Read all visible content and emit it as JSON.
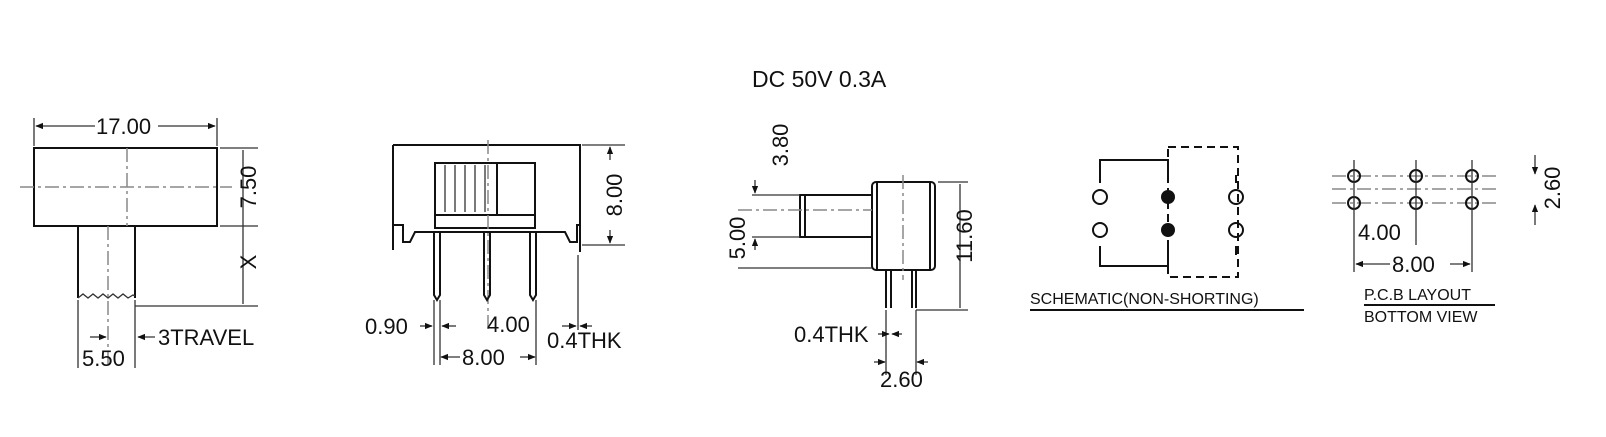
{
  "title": "DC  50V  0.3A",
  "front_view": {
    "width": "17.00",
    "height": "7.50",
    "stem": "X",
    "stem_width": "5.50",
    "travel": "3TRAVEL"
  },
  "top_view": {
    "height": "8.00",
    "pin_width": "0.90",
    "pin_pitch": "4.00",
    "pin_span": "8.00",
    "thickness": "0.4THK"
  },
  "side_view": {
    "knob": "3.80",
    "knob_offset": "5.00",
    "height": "11.60",
    "thickness": "0.4THK",
    "pin_spacing": "2.60"
  },
  "schematic": {
    "label": "SCHEMATIC(NON-SHORTING)"
  },
  "pcb": {
    "pitch": "4.00",
    "span": "8.00",
    "row_spacing": "2.60",
    "label_line1": "P.C.B LAYOUT",
    "label_line2": "BOTTOM VIEW"
  }
}
